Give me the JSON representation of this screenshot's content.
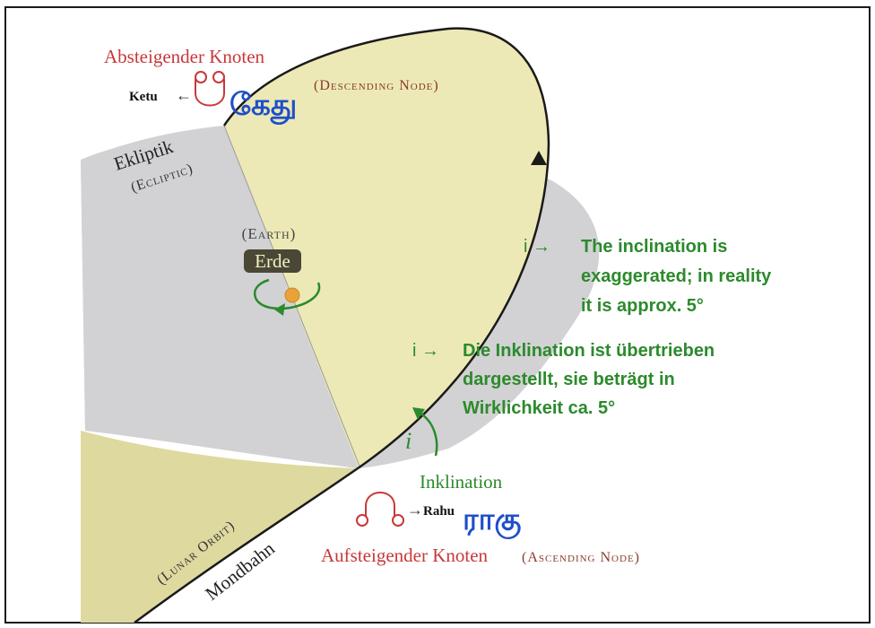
{
  "diagram": {
    "descending_node": {
      "label_de": "Absteigender Knoten",
      "label_en": "(Descending Node)",
      "ketu_name": "Ketu",
      "arrow": "←",
      "tamil": "கேது",
      "symbol_color": "#d23a3a"
    },
    "ecliptic": {
      "label_de": "Ekliptik",
      "label_en": "(Ecliptic)"
    },
    "earth": {
      "label_en": "(Earth)",
      "label_de": "Erde"
    },
    "note_en": {
      "prefix": "i →",
      "lines": [
        "The inclination is",
        "exaggerated; in reality",
        "it is approx. 5°"
      ]
    },
    "note_de": {
      "prefix": "i →",
      "lines": [
        "Die Inklination ist übertrieben",
        "dargestellt, sie beträgt in",
        "Wirklichkeit ca. 5°"
      ]
    },
    "inclination": {
      "symbol": "i",
      "label_de": "Inklination"
    },
    "ascending_node": {
      "rahu_name": "Rahu",
      "arrow": "→",
      "tamil": "ராகு",
      "label_de": "Aufsteigender Knoten",
      "label_en": "(Ascending Node)"
    },
    "lunar_orbit": {
      "label_en": "(Lunar Orbit)",
      "label_de": "Mondbahn"
    },
    "colors": {
      "ecliptic_fill": "#d2d2d4",
      "orbit_fill": "#ece9b6",
      "orbit_fill_dark": "#d8d195",
      "orbit_line": "#1a1a1a",
      "label_red": "#c8383a",
      "note_green": "#2c8a2c",
      "earth_orange": "#e8a23a",
      "tamil_blue": "#1f4fc8"
    }
  }
}
